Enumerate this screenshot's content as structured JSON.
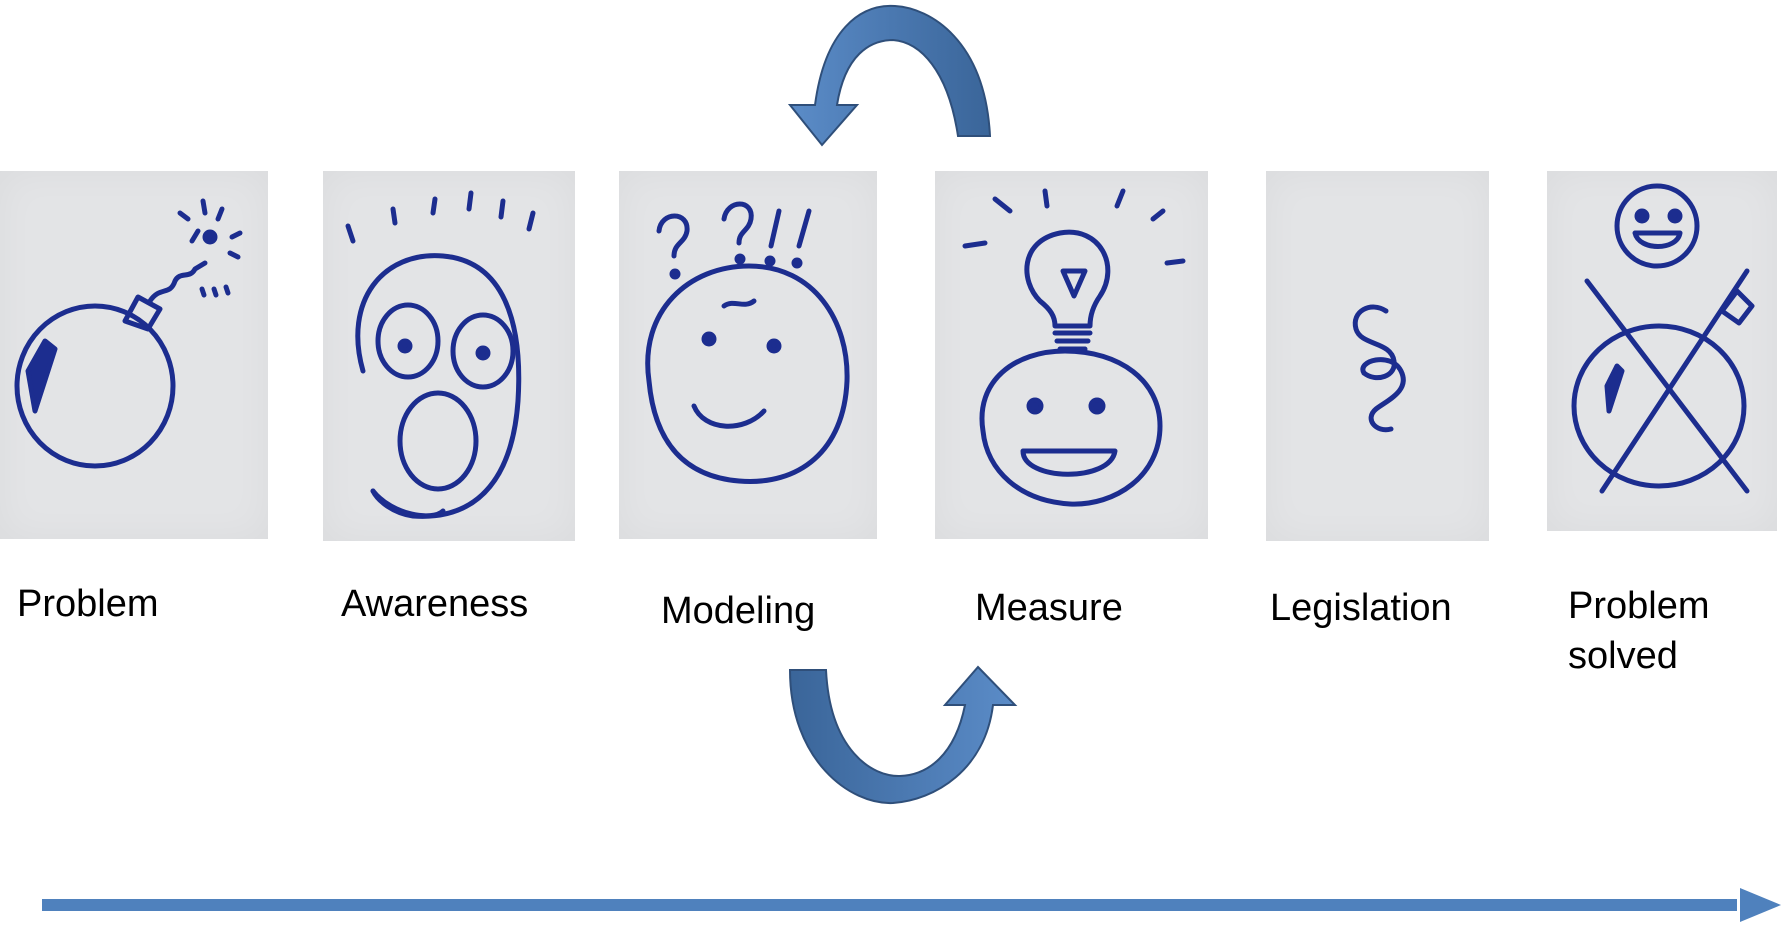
{
  "diagram": {
    "steps": [
      {
        "id": "problem",
        "label": "Problem",
        "icon": "bomb-icon"
      },
      {
        "id": "awareness",
        "label": "Awareness",
        "icon": "shocked-face-icon"
      },
      {
        "id": "modeling",
        "label": "Modeling",
        "icon": "puzzled-face-icon"
      },
      {
        "id": "measure",
        "label": "Measure",
        "icon": "lightbulb-face-icon"
      },
      {
        "id": "legislation",
        "label": "Legislation",
        "icon": "section-sign-icon"
      },
      {
        "id": "solved",
        "label_line1": "Problem",
        "label_line2": "solved",
        "icon": "defused-bomb-icon"
      }
    ],
    "cycle": {
      "from": "modeling",
      "to": "measure",
      "arrows": [
        "curved-arrow-top-icon",
        "curved-arrow-bottom-icon"
      ]
    },
    "colors": {
      "ink": "#1c2d8f",
      "arrow_fill": "#4f81bd",
      "arrow_dark": "#3a6599",
      "arrow_stroke": "#2f4f7a",
      "card_bg": "#e3e4e6"
    }
  }
}
